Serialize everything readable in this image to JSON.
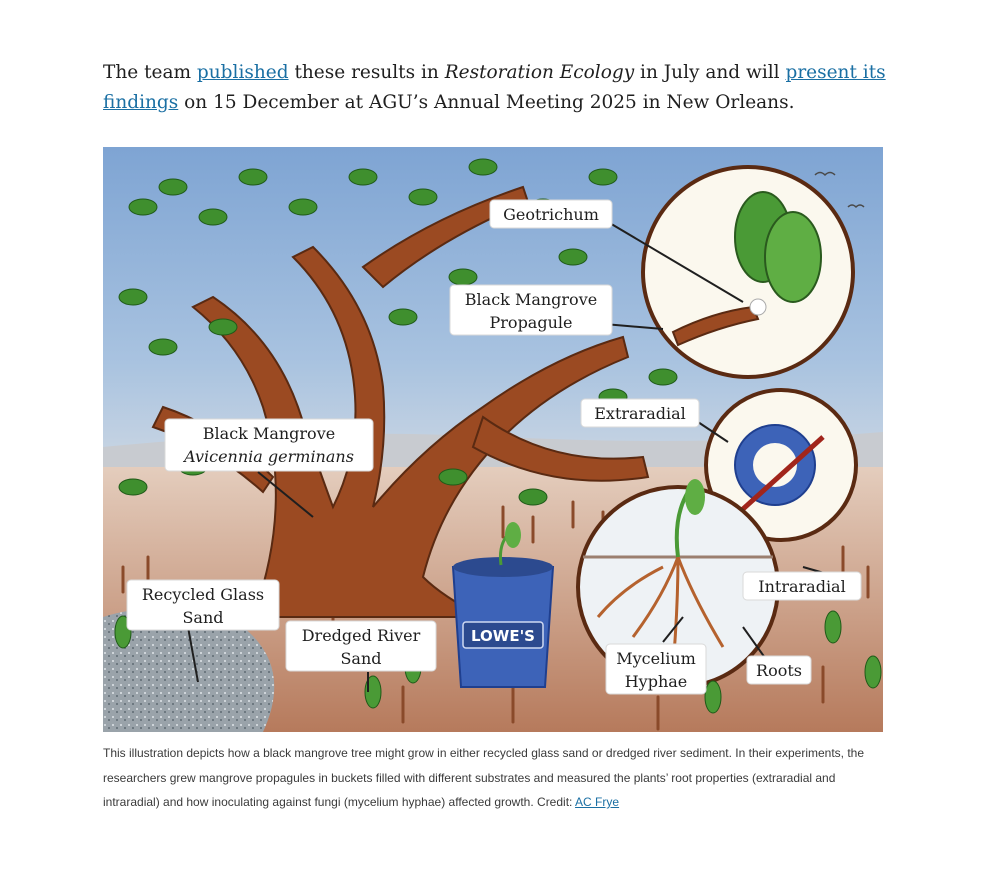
{
  "article": {
    "p_before_link1": "The team ",
    "link_published": "published",
    "p_mid1": " these results in ",
    "journal": "Restoration Ecology",
    "p_mid2": " in July and will ",
    "link_findings": "present its findings",
    "p_after": " on 15 December at AGU’s Annual Meeting 2025 in New Orleans."
  },
  "figure": {
    "labels": {
      "geotrichum": "Geotrichum",
      "propagule_line1": "Black Mangrove",
      "propagule_line2": "Propagule",
      "extraradial": "Extraradial",
      "mangrove_line1": "Black Mangrove",
      "mangrove_line2": "Avicennia germinans",
      "intraradial": "Intraradial",
      "glass_line1": "Recycled Glass",
      "glass_line2": "Sand",
      "river_line1": "Dredged River",
      "river_line2": "Sand",
      "mycelium_line1": "Mycelium",
      "mycelium_line2": "Hyphae",
      "roots": "Roots",
      "bucket_brand": "LOWE'S"
    }
  },
  "caption": {
    "text": "This illustration depicts how a black mangrove tree might grow in either recycled glass sand or dredged river sediment. In their experiments, the researchers grew mangrove propagules in buckets filled with different substrates and measured the plants’ root properties (extraradial and intraradial) and how inoculating against fungi (mycelium hyphae) affected growth. Credit: ",
    "credit_link": "AC Frye"
  },
  "colors": {
    "link": "#1a6fa3",
    "sky": "#8fb0d6",
    "bark": "#9b4a22",
    "leaf": "#3f8f2e",
    "mud": "#c9967a",
    "bucket": "#3d63b8"
  }
}
